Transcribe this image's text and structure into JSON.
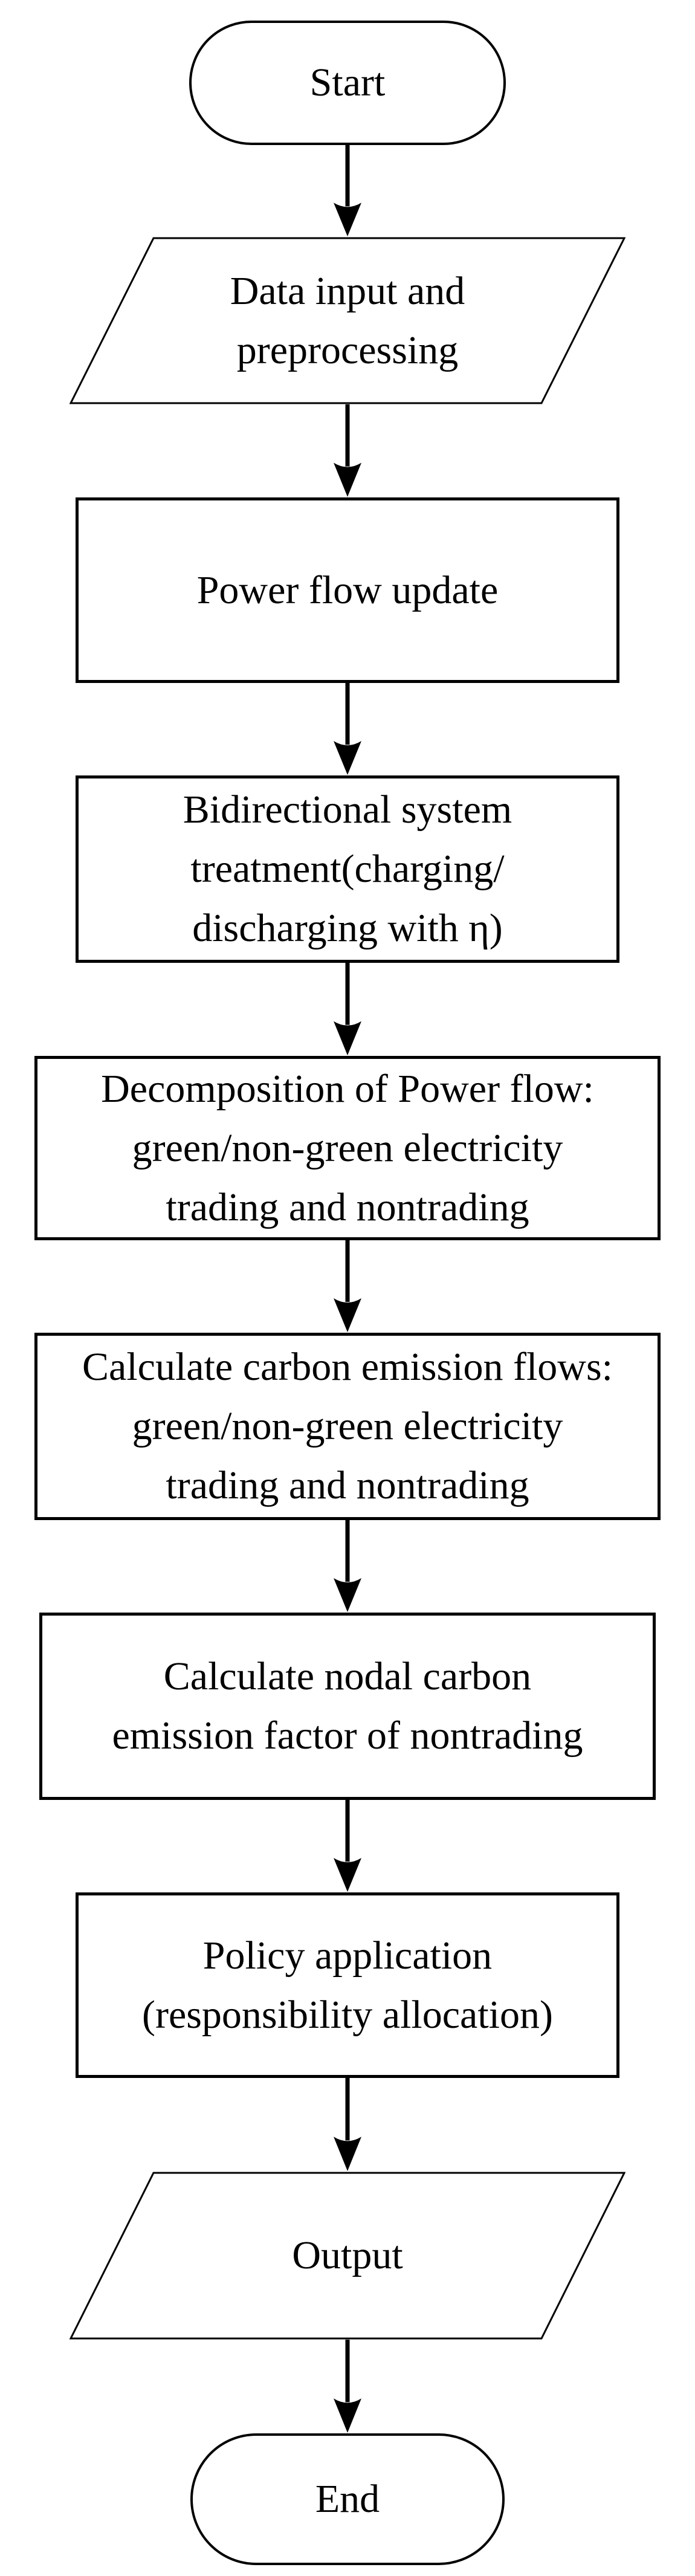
{
  "figure": {
    "type": "flowchart",
    "background_color": "#ffffff",
    "line_color": "#000000",
    "direction": "top-to-bottom"
  },
  "nodes": [
    {
      "id": "start",
      "type": "terminator",
      "shape": "stadium",
      "label": "Start"
    },
    {
      "id": "data-input",
      "type": "input-output",
      "shape": "parallelogram",
      "label": "Data input and\npreprocessing"
    },
    {
      "id": "power-flow-update",
      "type": "process",
      "shape": "rectangle",
      "label": "Power flow update"
    },
    {
      "id": "bidirectional-treatment",
      "type": "process",
      "shape": "rectangle",
      "label": "Bidirectional system\ntreatment(charging/\ndischarging with η)"
    },
    {
      "id": "decomposition",
      "type": "process",
      "shape": "rectangle",
      "label": "Decomposition of Power flow:\ngreen/non-green electricity\ntrading and nontrading"
    },
    {
      "id": "carbon-emission-flows",
      "type": "process",
      "shape": "rectangle",
      "label": "Calculate carbon emission flows:\ngreen/non-green electricity\ntrading and nontrading"
    },
    {
      "id": "nodal-emission-factor",
      "type": "process",
      "shape": "rectangle",
      "label": "Calculate nodal carbon\nemission factor of nontrading"
    },
    {
      "id": "policy-application",
      "type": "process",
      "shape": "rectangle",
      "label": "Policy application\n(responsibility allocation)"
    },
    {
      "id": "output",
      "type": "input-output",
      "shape": "parallelogram",
      "label": "Output"
    },
    {
      "id": "end",
      "type": "terminator",
      "shape": "stadium",
      "label": "End"
    }
  ],
  "connectors": [
    {
      "from": "start",
      "to": "data-input",
      "style": "arrow-down"
    },
    {
      "from": "data-input",
      "to": "power-flow-update",
      "style": "arrow-down"
    },
    {
      "from": "power-flow-update",
      "to": "bidirectional-treatment",
      "style": "arrow-down"
    },
    {
      "from": "bidirectional-treatment",
      "to": "decomposition",
      "style": "arrow-down"
    },
    {
      "from": "decomposition",
      "to": "carbon-emission-flows",
      "style": "arrow-down"
    },
    {
      "from": "carbon-emission-flows",
      "to": "nodal-emission-factor",
      "style": "arrow-down"
    },
    {
      "from": "nodal-emission-factor",
      "to": "policy-application",
      "style": "arrow-down"
    },
    {
      "from": "policy-application",
      "to": "output",
      "style": "arrow-down"
    },
    {
      "from": "output",
      "to": "end",
      "style": "arrow-down"
    }
  ]
}
